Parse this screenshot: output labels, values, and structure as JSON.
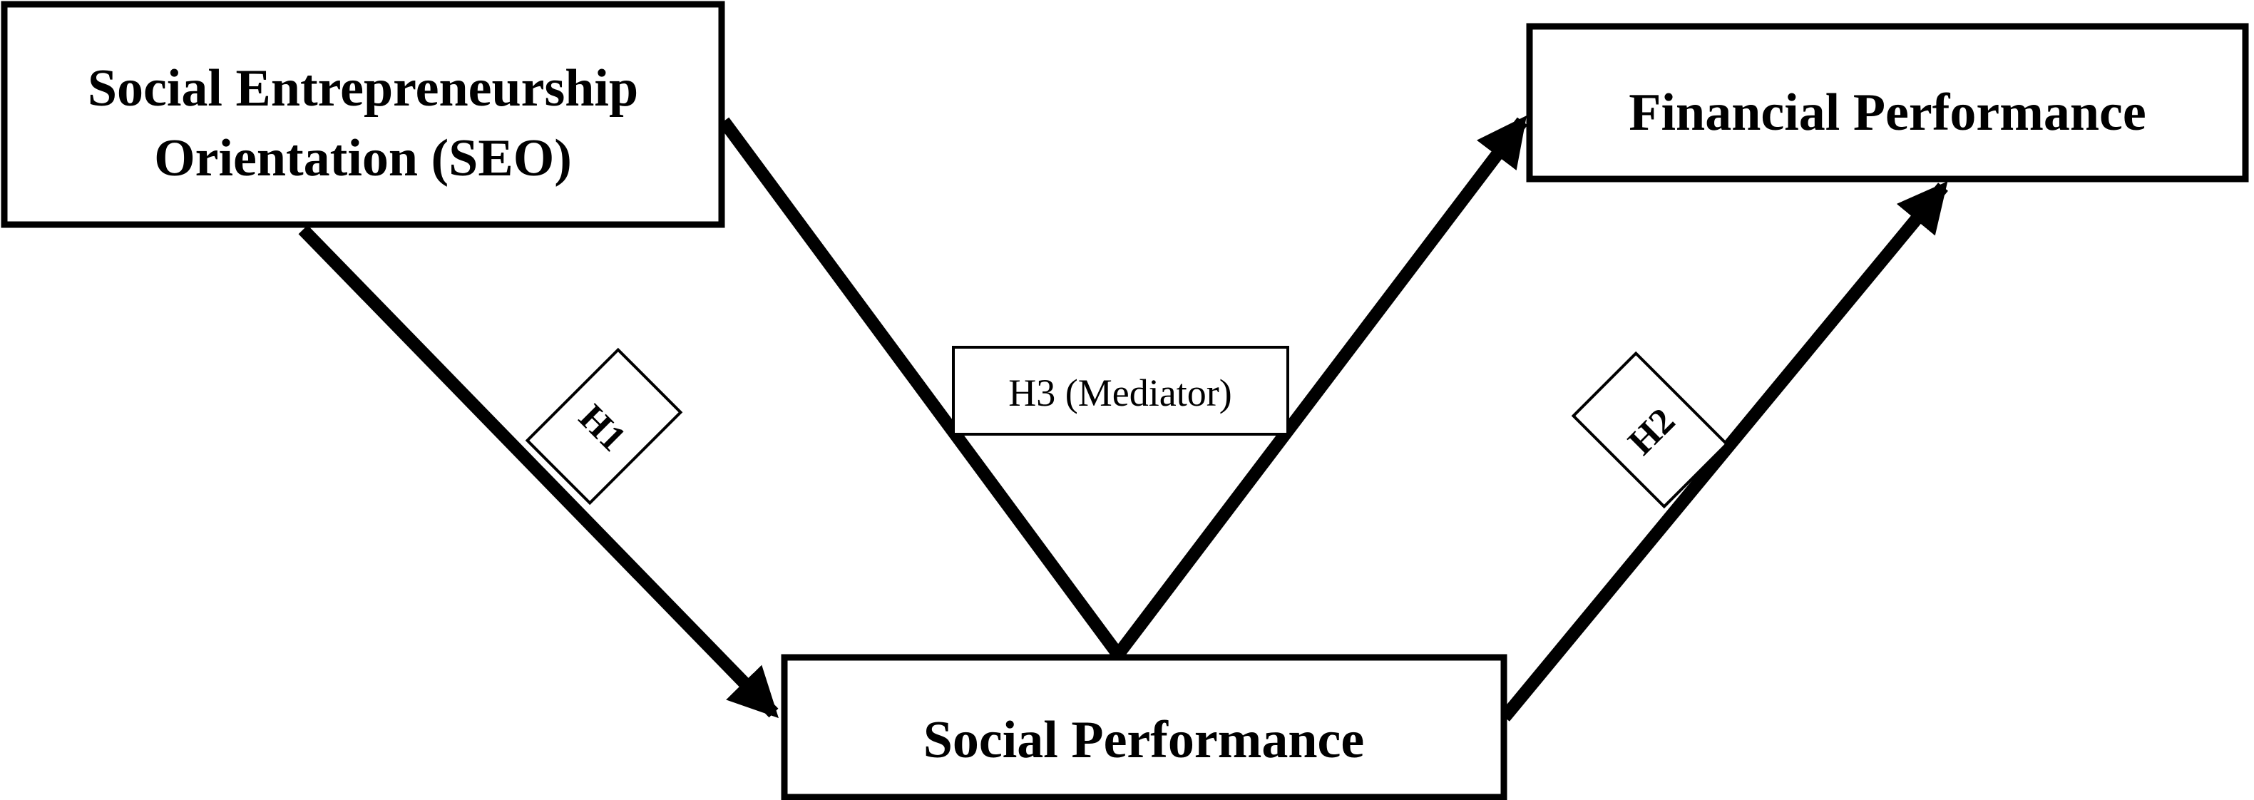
{
  "nodes": {
    "seo": {
      "line1": "Social Entrepreneurship",
      "line2": "Orientation (SEO)"
    },
    "financial": {
      "label": "Financial Performance"
    },
    "social": {
      "label": "Social Performance"
    }
  },
  "hypotheses": {
    "h1": "H1",
    "h2": "H2",
    "h3": "H3 (Mediator)"
  },
  "colors": {
    "stroke": "#000000",
    "background": "#ffffff"
  }
}
